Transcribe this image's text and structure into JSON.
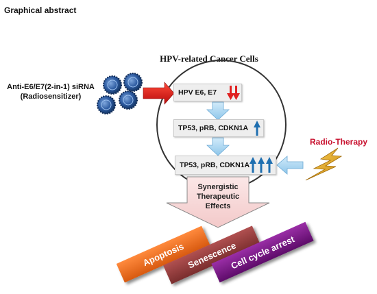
{
  "header": {
    "title": "Graphical abstract"
  },
  "cell": {
    "title": "HPV-related  Cancer Cells"
  },
  "sirna": {
    "line1": "Anti-E6/E7(2-in-1)  siRNA",
    "line2": "(Radiosensitizer)"
  },
  "boxes": {
    "hpv": "HPV E6,  E7",
    "p53_first": "TP53,  pRB,  CDKN1A",
    "p53_second": "TP53,  pRB,  CDKN1A"
  },
  "therapy": {
    "label": "Radio-Therapy"
  },
  "effects": {
    "line1": "Synergistic",
    "line2": "Therapeutic",
    "line3": "Effects"
  },
  "outcomes": {
    "apoptosis": "Apoptosis",
    "senescence": "Senescence",
    "cell_cycle": "Cell cycle arrest"
  },
  "colors": {
    "down_arrow": "#e02020",
    "up_arrow": "#1f6fb0",
    "flow_arrow": "#a9d4f0",
    "big_red_arrow": "#e31a1a",
    "lightning": "#e0a81c",
    "particle": "#2c5aa0"
  }
}
